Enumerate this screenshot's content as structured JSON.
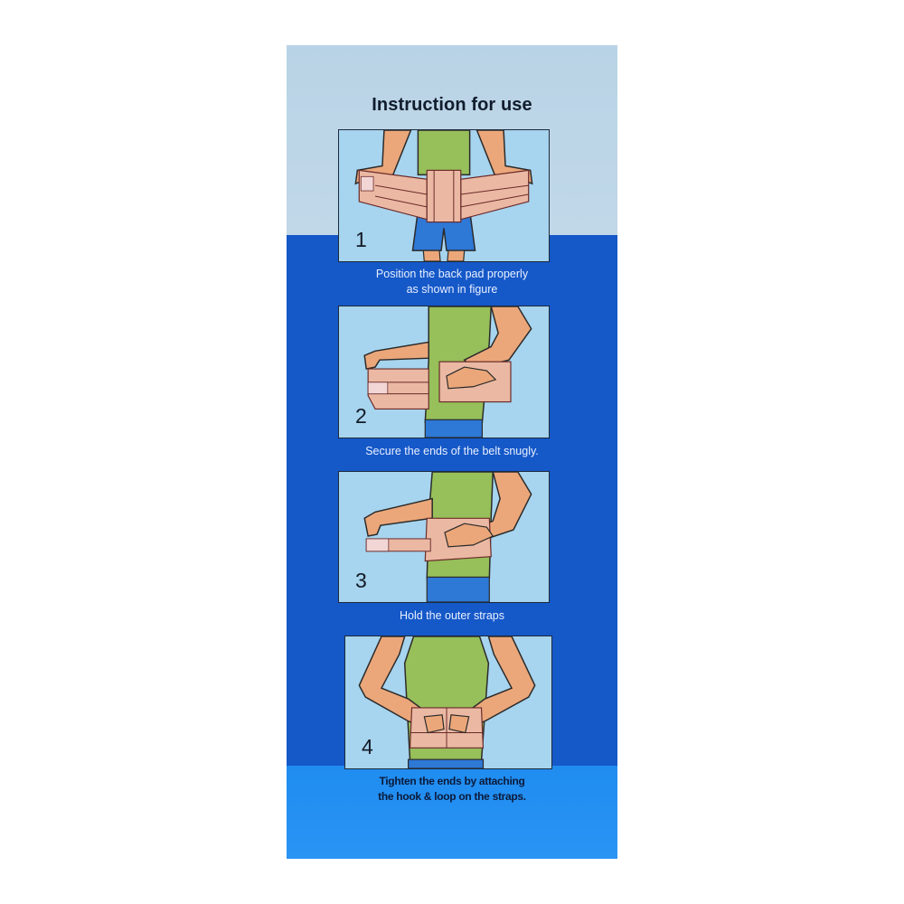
{
  "document": {
    "title": "Instruction for use",
    "colors": {
      "top_band": "#bcd5e7",
      "middle_band": "#1558c8",
      "bottom_band": "#2490f2",
      "panel_bg": "#a7d4ee",
      "skin": "#eba77a",
      "shirt": "#97bf5a",
      "shorts": "#2e78d6",
      "belt": "#ebb9a3"
    },
    "steps": [
      {
        "number": "1",
        "caption_line1": "Position the back pad properly",
        "caption_line2": "as shown in figure",
        "illustration": "holding-belt-open-behind-back"
      },
      {
        "number": "2",
        "caption_line1": "Secure the ends of the belt snugly.",
        "caption_line2": "",
        "illustration": "wrapping-belt-around-waist"
      },
      {
        "number": "3",
        "caption_line1": "Hold the outer straps",
        "caption_line2": "",
        "illustration": "pulling-outer-strap"
      },
      {
        "number": "4",
        "caption_line1": "Tighten the ends by attaching",
        "caption_line2": "the hook & loop on the straps.",
        "illustration": "fastening-hook-and-loop"
      }
    ]
  }
}
